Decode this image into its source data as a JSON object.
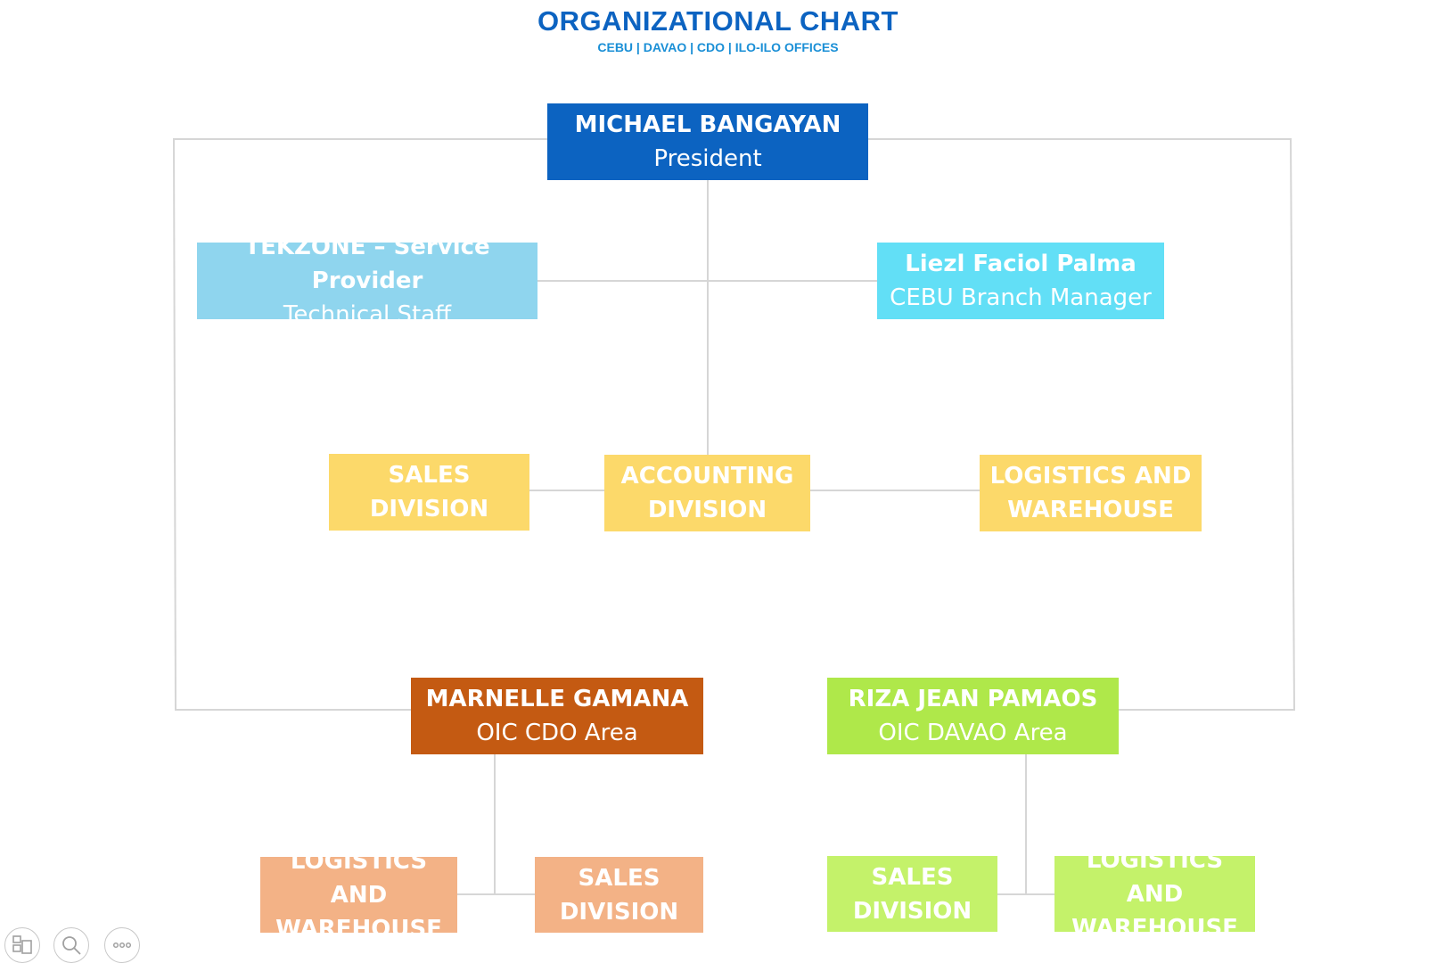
{
  "header": {
    "title": "ORGANIZATIONAL CHART",
    "subtitle": "CEBU | DAVAO | CDO | ILO-ILO OFFICES"
  },
  "nodes": {
    "president": {
      "name": "MICHAEL BANGAYAN",
      "role": "President",
      "color": "#0c63c1"
    },
    "tekzone": {
      "name": "TEKZONE – Service Provider",
      "role": "Technical Staff",
      "color": "#8fd5ee"
    },
    "cebu_manager": {
      "name": "Liezl Faciol Palma",
      "role": "CEBU Branch Manager",
      "color": "#62dff6"
    },
    "sales_division_main": {
      "line1": "SALES",
      "line2": "DIVISION",
      "color": "#fcd96a"
    },
    "accounting_division": {
      "line1": "ACCOUNTING",
      "line2": "DIVISION",
      "color": "#fcd96a"
    },
    "logistics_main": {
      "line1": "LOGISTICS AND",
      "line2": "WAREHOUSE",
      "color": "#fcd96a"
    },
    "cdo_oic": {
      "name": "MARNELLE GAMANA",
      "role": "OIC CDO Area",
      "color": "#c45a12"
    },
    "davao_oic": {
      "name": "RIZA JEAN PAMAOS",
      "role": "OIC DAVAO Area",
      "color": "#afe84a"
    },
    "cdo_logistics": {
      "line1": "LOGISTICS AND",
      "line2": "WAREHOUSE",
      "color": "#f3b286"
    },
    "cdo_sales": {
      "line1": "SALES",
      "line2": "DIVISION",
      "color": "#f3b286"
    },
    "davao_sales": {
      "line1": "SALES",
      "line2": "DIVISION",
      "color": "#c4f26a"
    },
    "davao_logistics": {
      "line1": "LOGISTICS AND",
      "line2": "WAREHOUSE",
      "color": "#c4f26a"
    }
  },
  "connector_color": "#d6d6d6",
  "toolbar": {
    "slides_icon": "slides-icon",
    "zoom_icon": "magnifier-icon",
    "more_icon": "more-dots-icon"
  }
}
